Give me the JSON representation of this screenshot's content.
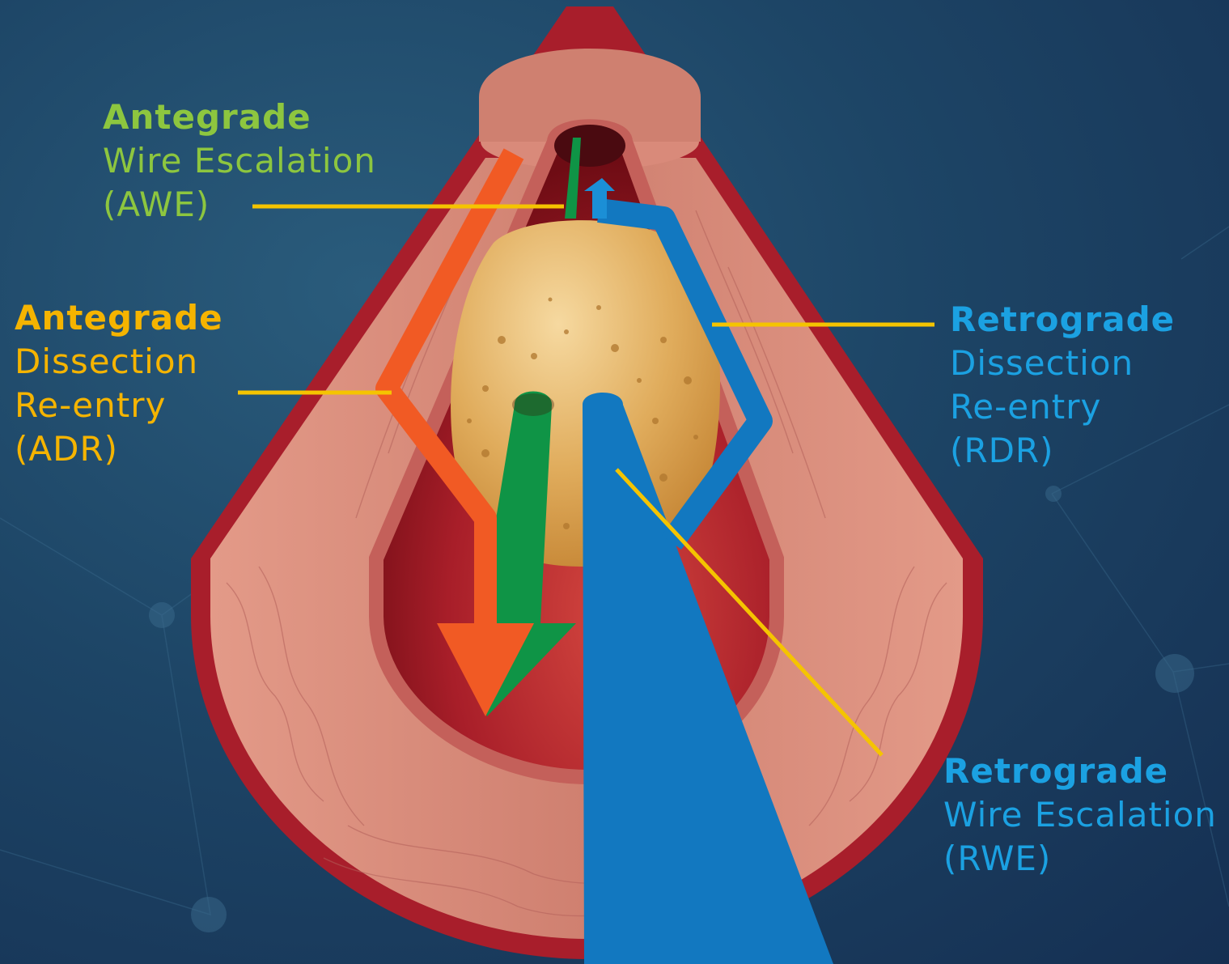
{
  "colors": {
    "antegrade_wire_escalation": "#8dc63f",
    "antegrade_dissection": "#f5b400",
    "retrograde": "#1ba1e2",
    "leader_line": "#f5c400",
    "adr_arrow": "#f15a24",
    "awe_arrow": "#0f9446",
    "retro_arrow": "#1278c0",
    "vessel_outer": "#b0222d",
    "vessel_wall": "#d98a7a",
    "plaque": "#dba657"
  },
  "labels": {
    "awe": {
      "strong": "Antegrade",
      "line1": "Wire Escalation",
      "line2": "(AWE)"
    },
    "adr": {
      "strong": "Antegrade",
      "line1": "Dissection",
      "line2": "Re-entry",
      "line3": "(ADR)"
    },
    "rdr": {
      "strong": "Retrograde",
      "line1": "Dissection",
      "line2": "Re-entry",
      "line3": "(RDR)"
    },
    "rwe": {
      "strong": "Retrograde",
      "line1": "Wire Escalation",
      "line2": "(RWE)"
    }
  }
}
